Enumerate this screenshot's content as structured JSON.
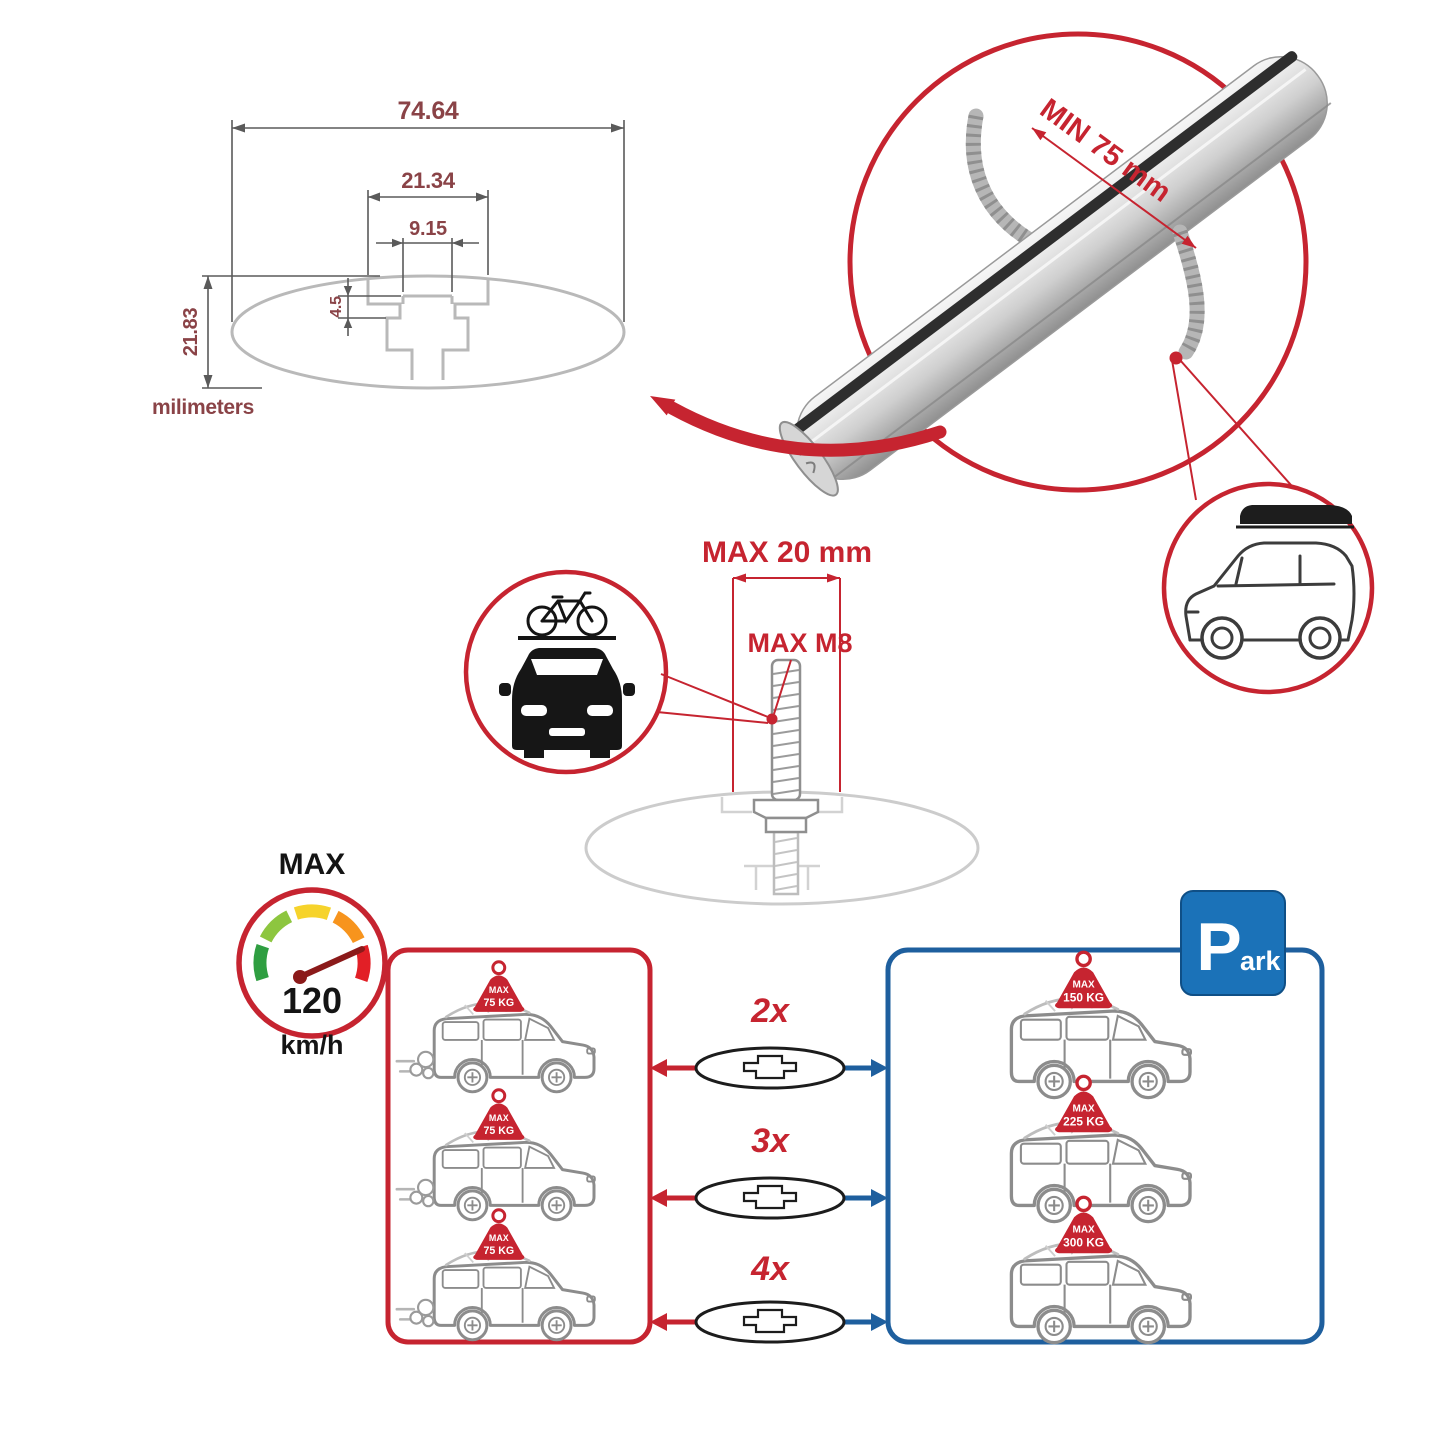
{
  "colors": {
    "red": "#c62430",
    "blue": "#1e5f9e",
    "park_blue": "#1b72b8",
    "dim_text": "#8a4347",
    "gray": "#9a9a9a"
  },
  "cross_section": {
    "dim_total_width": "74.64",
    "dim_flange_width": "21.34",
    "dim_slot_width": "9.15",
    "dim_slot_depth": "4.5",
    "dim_total_height": "21.83",
    "units": "milimeters"
  },
  "bar_inset": {
    "min_clamp_spacing": "MIN 75 mm"
  },
  "bolt": {
    "max_height": "MAX 20 mm",
    "max_thread": "MAX M8"
  },
  "speed": {
    "label": "MAX",
    "value": "120",
    "units": "km/h"
  },
  "park_sign": {
    "initial": "P",
    "rest": "ark"
  },
  "red_zone": {
    "cars": [
      {
        "badge_top": "MAX",
        "badge_value": "75 KG"
      },
      {
        "badge_top": "MAX",
        "badge_value": "75 KG"
      },
      {
        "badge_top": "MAX",
        "badge_value": "75 KG"
      }
    ]
  },
  "blue_zone": {
    "cars": [
      {
        "badge_top": "MAX",
        "badge_value": "150 KG"
      },
      {
        "badge_top": "MAX",
        "badge_value": "225 KG"
      },
      {
        "badge_top": "MAX",
        "badge_value": "300 KG"
      }
    ]
  },
  "bar_counts": [
    {
      "label": "2x"
    },
    {
      "label": "3x"
    },
    {
      "label": "4x"
    }
  ]
}
